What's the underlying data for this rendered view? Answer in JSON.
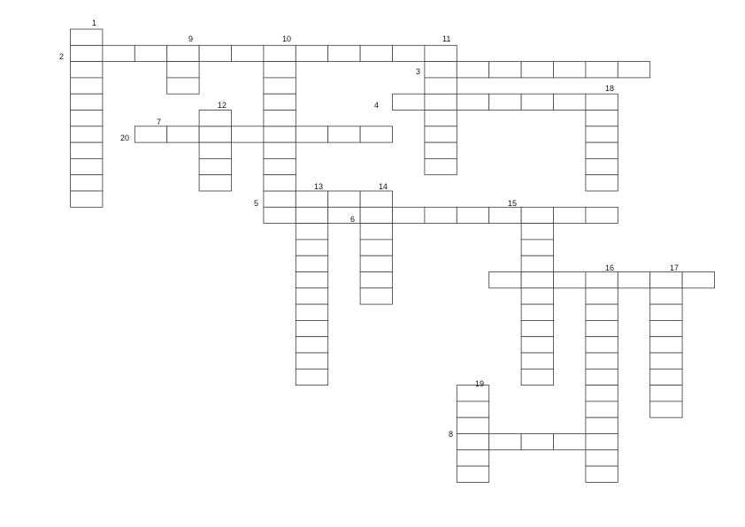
{
  "clue_numbers": [
    "1",
    "2",
    "3",
    "4",
    "5",
    "6",
    "7",
    "8",
    "9",
    "10",
    "11",
    "12",
    "13",
    "14",
    "15",
    "16",
    "17",
    "18",
    "19",
    "20"
  ]
}
